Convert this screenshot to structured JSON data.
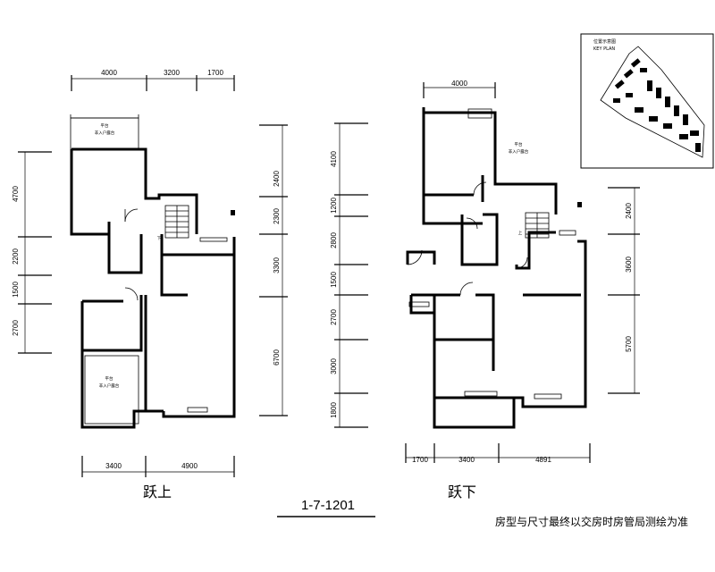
{
  "upper_plan": {
    "top_dims": [
      "4000",
      "3200",
      "1700"
    ],
    "left_dims": [
      "4700",
      "2200",
      "1500",
      "2700"
    ],
    "right_dims": [
      "2400",
      "2300",
      "3300",
      "6700"
    ],
    "bottom_dims": [
      "3400",
      "4900"
    ],
    "balcony_label": "平台",
    "balcony_sublabel": "非入户露台",
    "up_mark": "下",
    "caption": "跃上"
  },
  "lower_plan": {
    "top_dims": [
      "4000"
    ],
    "left_dims": [
      "4100",
      "1200",
      "2800",
      "1500",
      "2700",
      "3000",
      "1800"
    ],
    "right_dims": [
      "2400",
      "3600",
      "5700"
    ],
    "bottom_dims": [
      "1700",
      "3400",
      "4891"
    ],
    "balcony_label": "平台",
    "balcony_sublabel": "非入户露台",
    "stair_mark": "上",
    "caption": "跃下"
  },
  "unit_code": "1-7-1201",
  "disclaimer": "房型与尺寸最终以交房时房管局测绘为准",
  "key_plan": {
    "title_cn": "位置示意图",
    "title_en": "KEY PLAN"
  }
}
